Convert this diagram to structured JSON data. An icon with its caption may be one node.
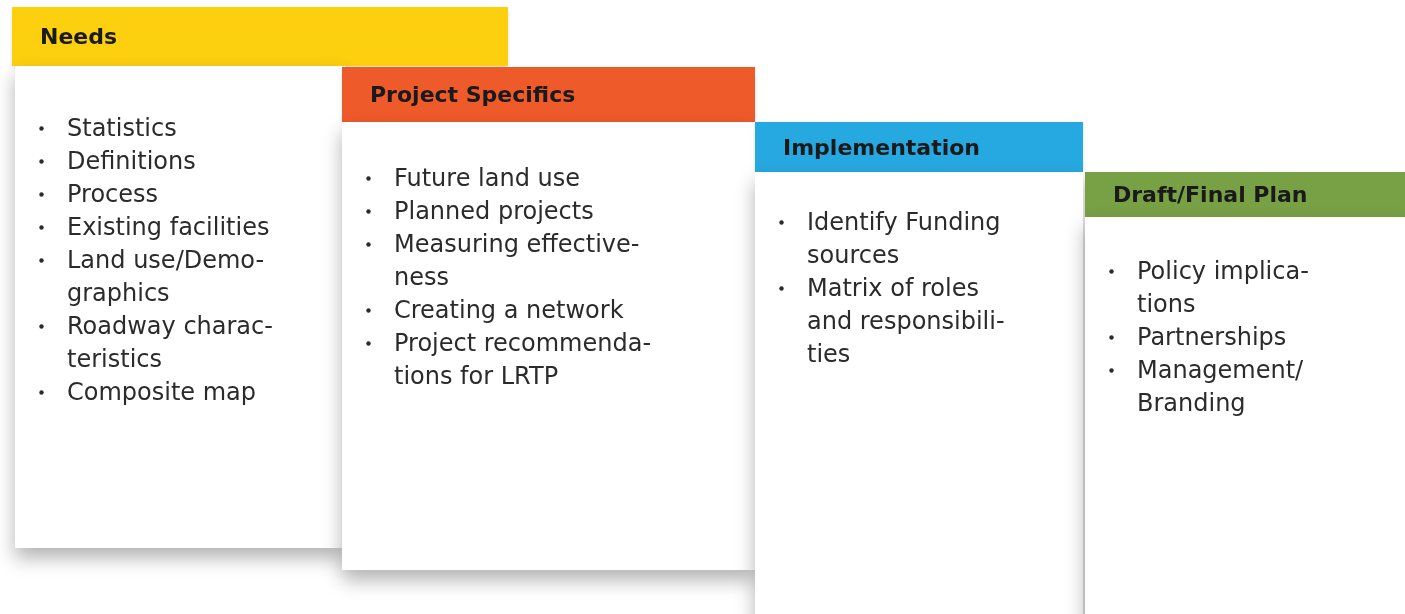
{
  "diagram": {
    "nodes": [
      {
        "text": [
          "Needs",
          "Statistics",
          "Definitions",
          "Process",
          "Existing facilities",
          "Land use/Demo-graphics",
          "Roadway charac-teristics",
          "Composite map"
        ]
      },
      {
        "text": [
          "Project Specifics",
          "Future land use",
          "Planned projects",
          "Measuring effective-ness",
          "Creating a network",
          "Project recommenda-tions for LRTP"
        ]
      },
      {
        "text": [
          "Implementation",
          "Identify Funding sources",
          "Matrix of roles and responsibili-ties"
        ]
      },
      {
        "text": [
          "Draft/Final Plan",
          "Policy implica-tions",
          "Partnerships",
          "Management/ Branding"
        ]
      }
    ]
  }
}
